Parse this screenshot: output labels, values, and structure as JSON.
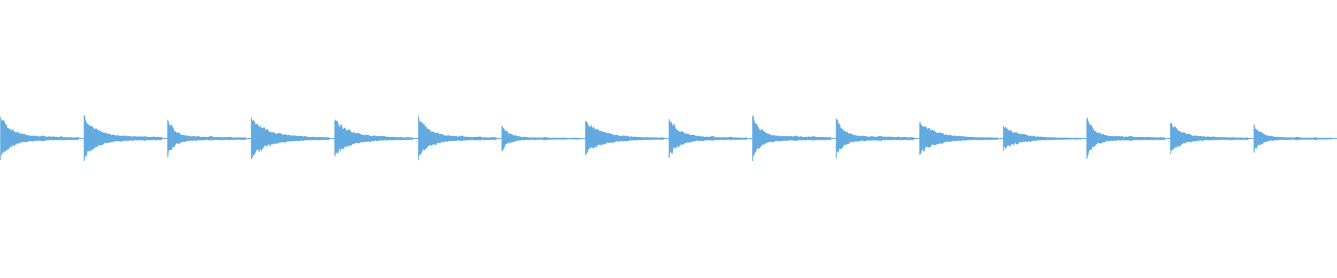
{
  "waveform": {
    "color": "#62aae0",
    "clip_count": 16,
    "clips": [
      {
        "attack_level": 0.95,
        "decay": "medium"
      },
      {
        "attack_level": 1.0,
        "decay": "medium"
      },
      {
        "attack_level": 0.82,
        "decay": "short"
      },
      {
        "attack_level": 0.92,
        "decay": "long"
      },
      {
        "attack_level": 0.78,
        "decay": "long"
      },
      {
        "attack_level": 0.96,
        "decay": "medium"
      },
      {
        "attack_level": 0.55,
        "decay": "short"
      },
      {
        "attack_level": 0.75,
        "decay": "long"
      },
      {
        "attack_level": 0.85,
        "decay": "medium"
      },
      {
        "attack_level": 1.0,
        "decay": "short"
      },
      {
        "attack_level": 0.88,
        "decay": "short"
      },
      {
        "attack_level": 0.72,
        "decay": "long"
      },
      {
        "attack_level": 0.55,
        "decay": "long"
      },
      {
        "attack_level": 0.9,
        "decay": "short"
      },
      {
        "attack_level": 0.68,
        "decay": "medium"
      },
      {
        "attack_level": 0.62,
        "decay": "short"
      }
    ]
  }
}
